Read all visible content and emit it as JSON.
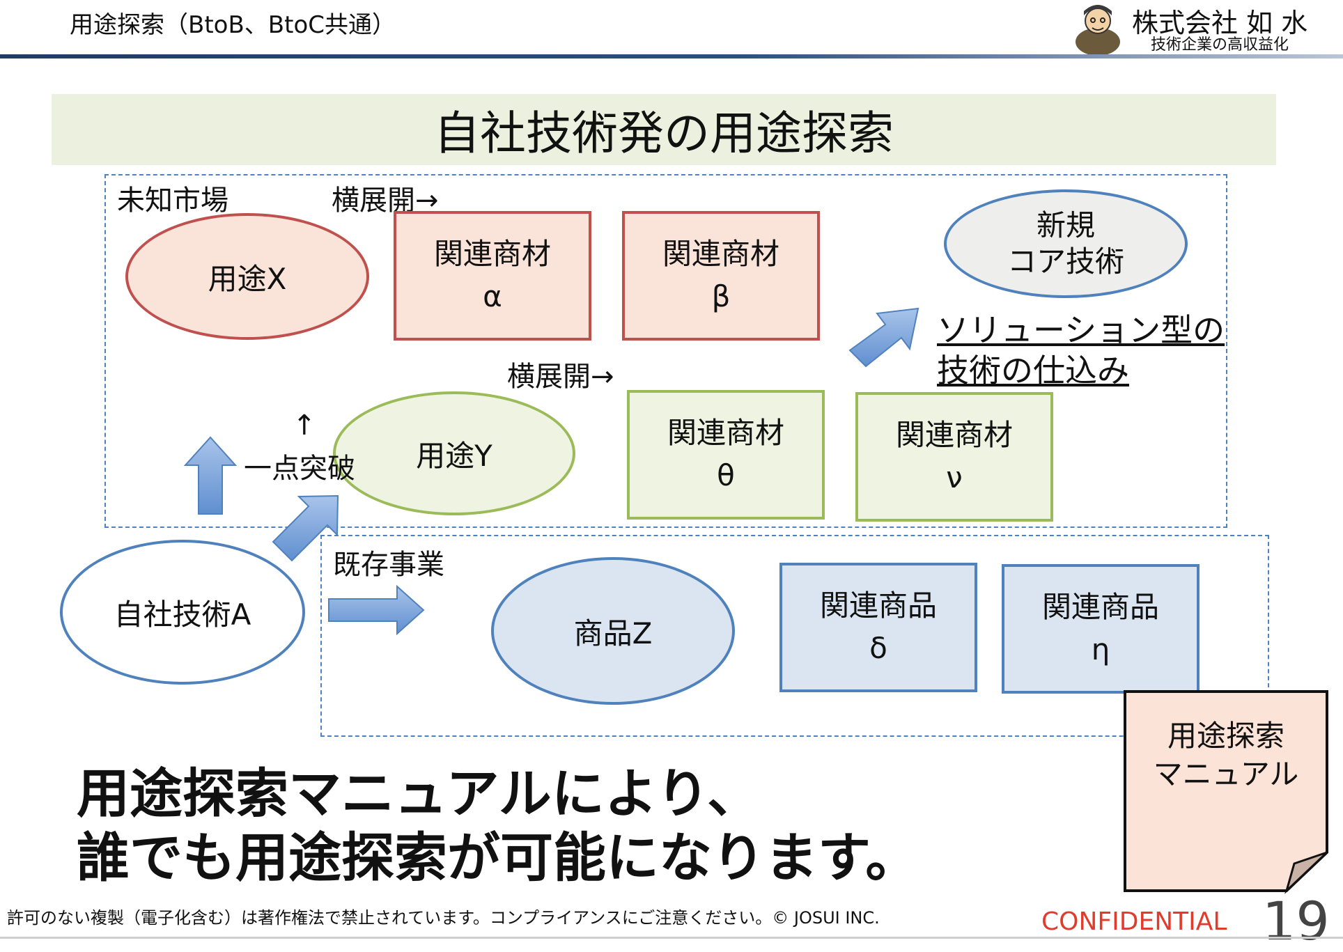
{
  "header": {
    "title": "用途探索（BtoB、BtoC共通）",
    "logo_name": "株式会社 如 水",
    "logo_tagline": "技術企業の高収益化"
  },
  "slide": {
    "title": "自社技術発の用途探索"
  },
  "diagram": {
    "unknown_market_label": "未知市場",
    "expand_label_top": "横展開→",
    "expand_label_mid": "横展開→",
    "use_x": "用途X",
    "use_y": "用途Y",
    "related_material_alpha": [
      "関連商材",
      "α"
    ],
    "related_material_beta": [
      "関連商材",
      "β"
    ],
    "related_material_theta": [
      "関連商材",
      "θ"
    ],
    "related_material_nu": [
      "関連商材",
      "ν"
    ],
    "new_core_tech": [
      "新規",
      "コア技術"
    ],
    "solution_text": [
      "ソリューション型の",
      "技術の仕込み"
    ],
    "breakthrough_arrow": "↑",
    "breakthrough_label": "一点突破",
    "own_tech": "自社技術A",
    "existing_business_label": "既存事業",
    "product_z": "商品Z",
    "related_product_delta": [
      "関連商品",
      "δ"
    ],
    "related_product_eta": [
      "関連商品",
      "η"
    ]
  },
  "message": {
    "line1": "用途探索マニュアルにより、",
    "line2": "誰でも用途探索が可能になります。"
  },
  "manual_note": [
    "用途探索",
    "マニュアル"
  ],
  "footer": {
    "copyright": "許可のない複製（電子化含む）は著作権法で禁止されています。コンプライアンスにご注意ください。© JOSUI INC.",
    "confidential": "CONFIDENTIAL",
    "page_number": "19"
  },
  "colors": {
    "accent_red": "#c0504d",
    "accent_green": "#9bbb59",
    "accent_blue": "#4f81bd",
    "confidential": "#e03c2e"
  }
}
